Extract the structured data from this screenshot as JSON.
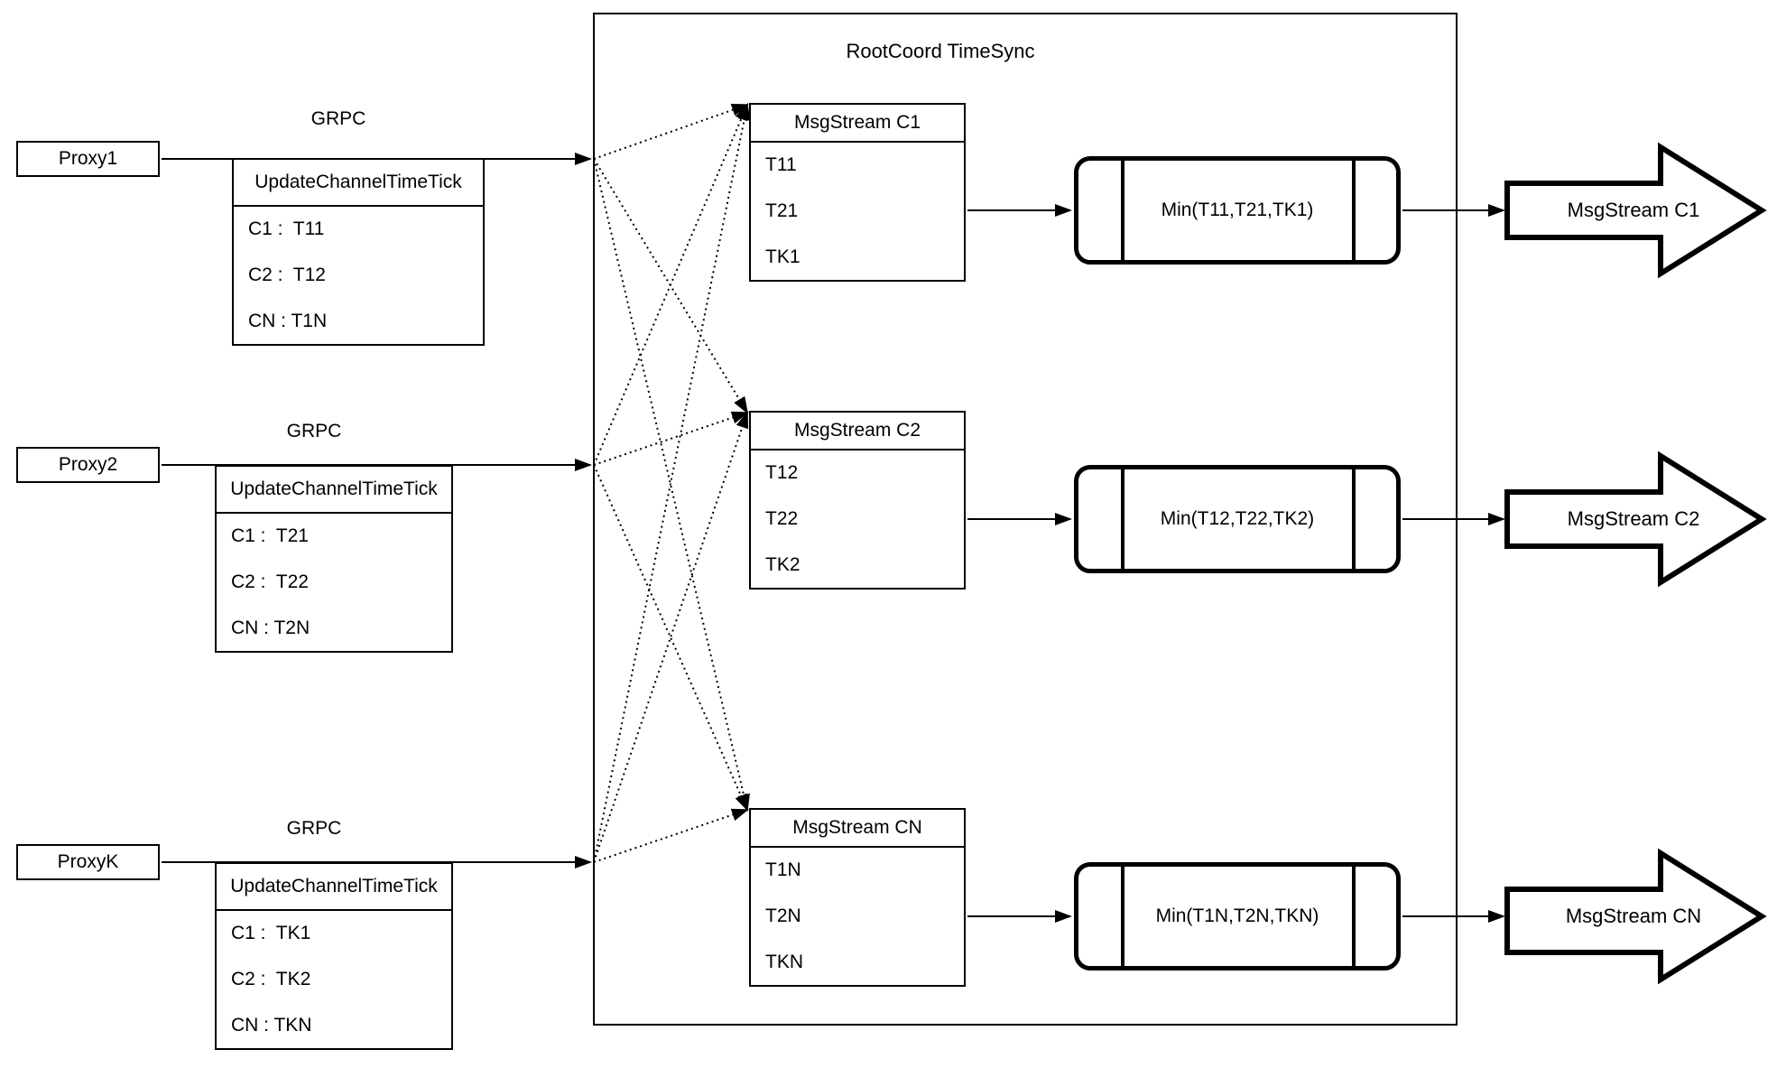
{
  "container": {
    "title": "RootCoord TimeSync"
  },
  "colors": {
    "stroke": "#000000",
    "background": "#ffffff"
  },
  "rows": [
    {
      "proxy": "Proxy1",
      "grpc": "GRPC",
      "tick_table": {
        "title": "UpdateChannelTimeTick",
        "rows": [
          "C1 :  T11",
          "C2 :  T12",
          "CN : T1N"
        ]
      },
      "stream_table": {
        "title": "MsgStream C1",
        "rows": [
          "T11",
          "T21",
          "TK1"
        ]
      },
      "min": "Min(T11,T21,TK1)",
      "out_arrow": "MsgStream C1"
    },
    {
      "proxy": "Proxy2",
      "grpc": "GRPC",
      "tick_table": {
        "title": "UpdateChannelTimeTick",
        "rows": [
          "C1 :  T21",
          "C2 :  T22",
          "CN : T2N"
        ]
      },
      "stream_table": {
        "title": "MsgStream C2",
        "rows": [
          "T12",
          "T22",
          "TK2"
        ]
      },
      "min": "Min(T12,T22,TK2)",
      "out_arrow": "MsgStream C2"
    },
    {
      "proxy": "ProxyK",
      "grpc": "GRPC",
      "tick_table": {
        "title": "UpdateChannelTimeTick",
        "rows": [
          "C1 :  TK1",
          "C2 :  TK2",
          "CN : TKN"
        ]
      },
      "stream_table": {
        "title": "MsgStream CN",
        "rows": [
          "T1N",
          "T2N",
          "TKN"
        ]
      },
      "min": "Min(T1N,T2N,TKN)",
      "out_arrow": "MsgStream CN"
    }
  ]
}
